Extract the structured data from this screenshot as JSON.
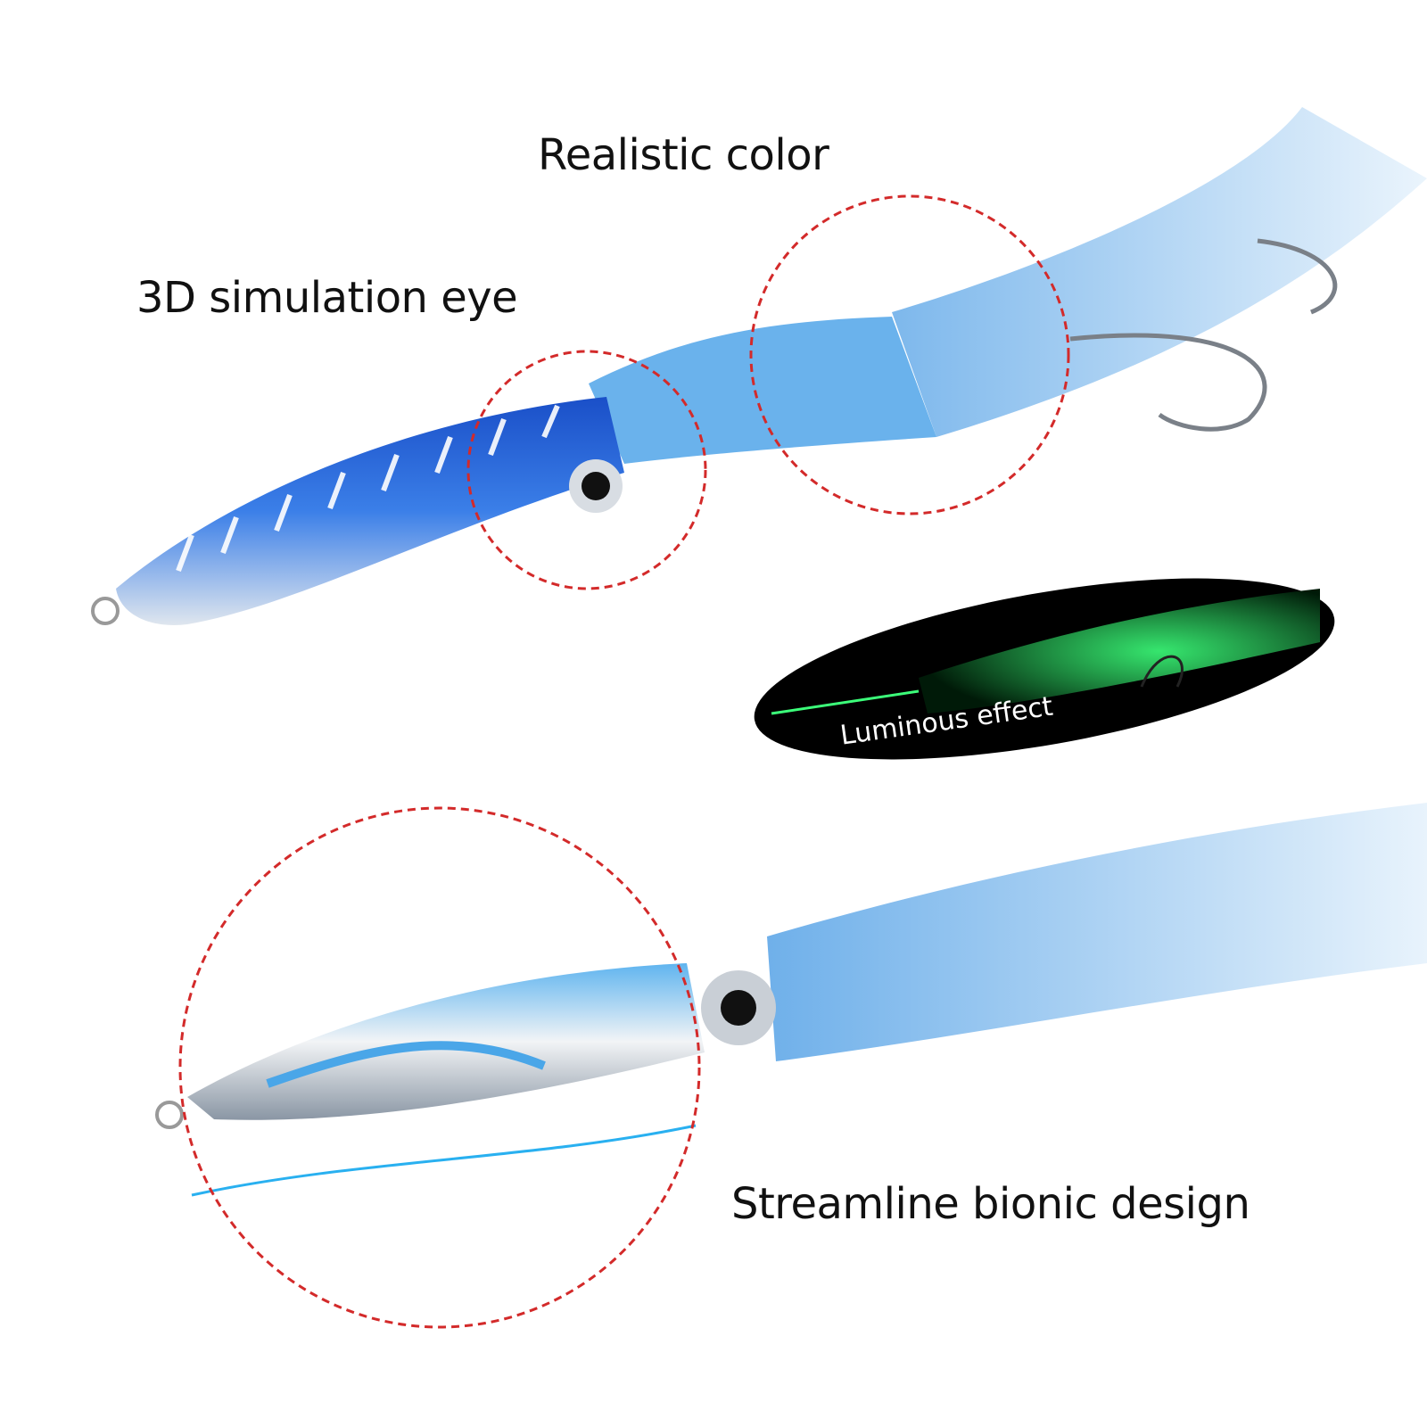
{
  "labels": {
    "realistic_color": "Realistic color",
    "eye": "3D simulation eye",
    "glow": "Luminous effect",
    "streamline": "Streamline bionic design"
  },
  "colors": {
    "circle": "#d32a2a",
    "lure_blue": "#1f5fd0",
    "skirt_blue": "#4aa3e8",
    "glow_green": "#3cff7a"
  }
}
